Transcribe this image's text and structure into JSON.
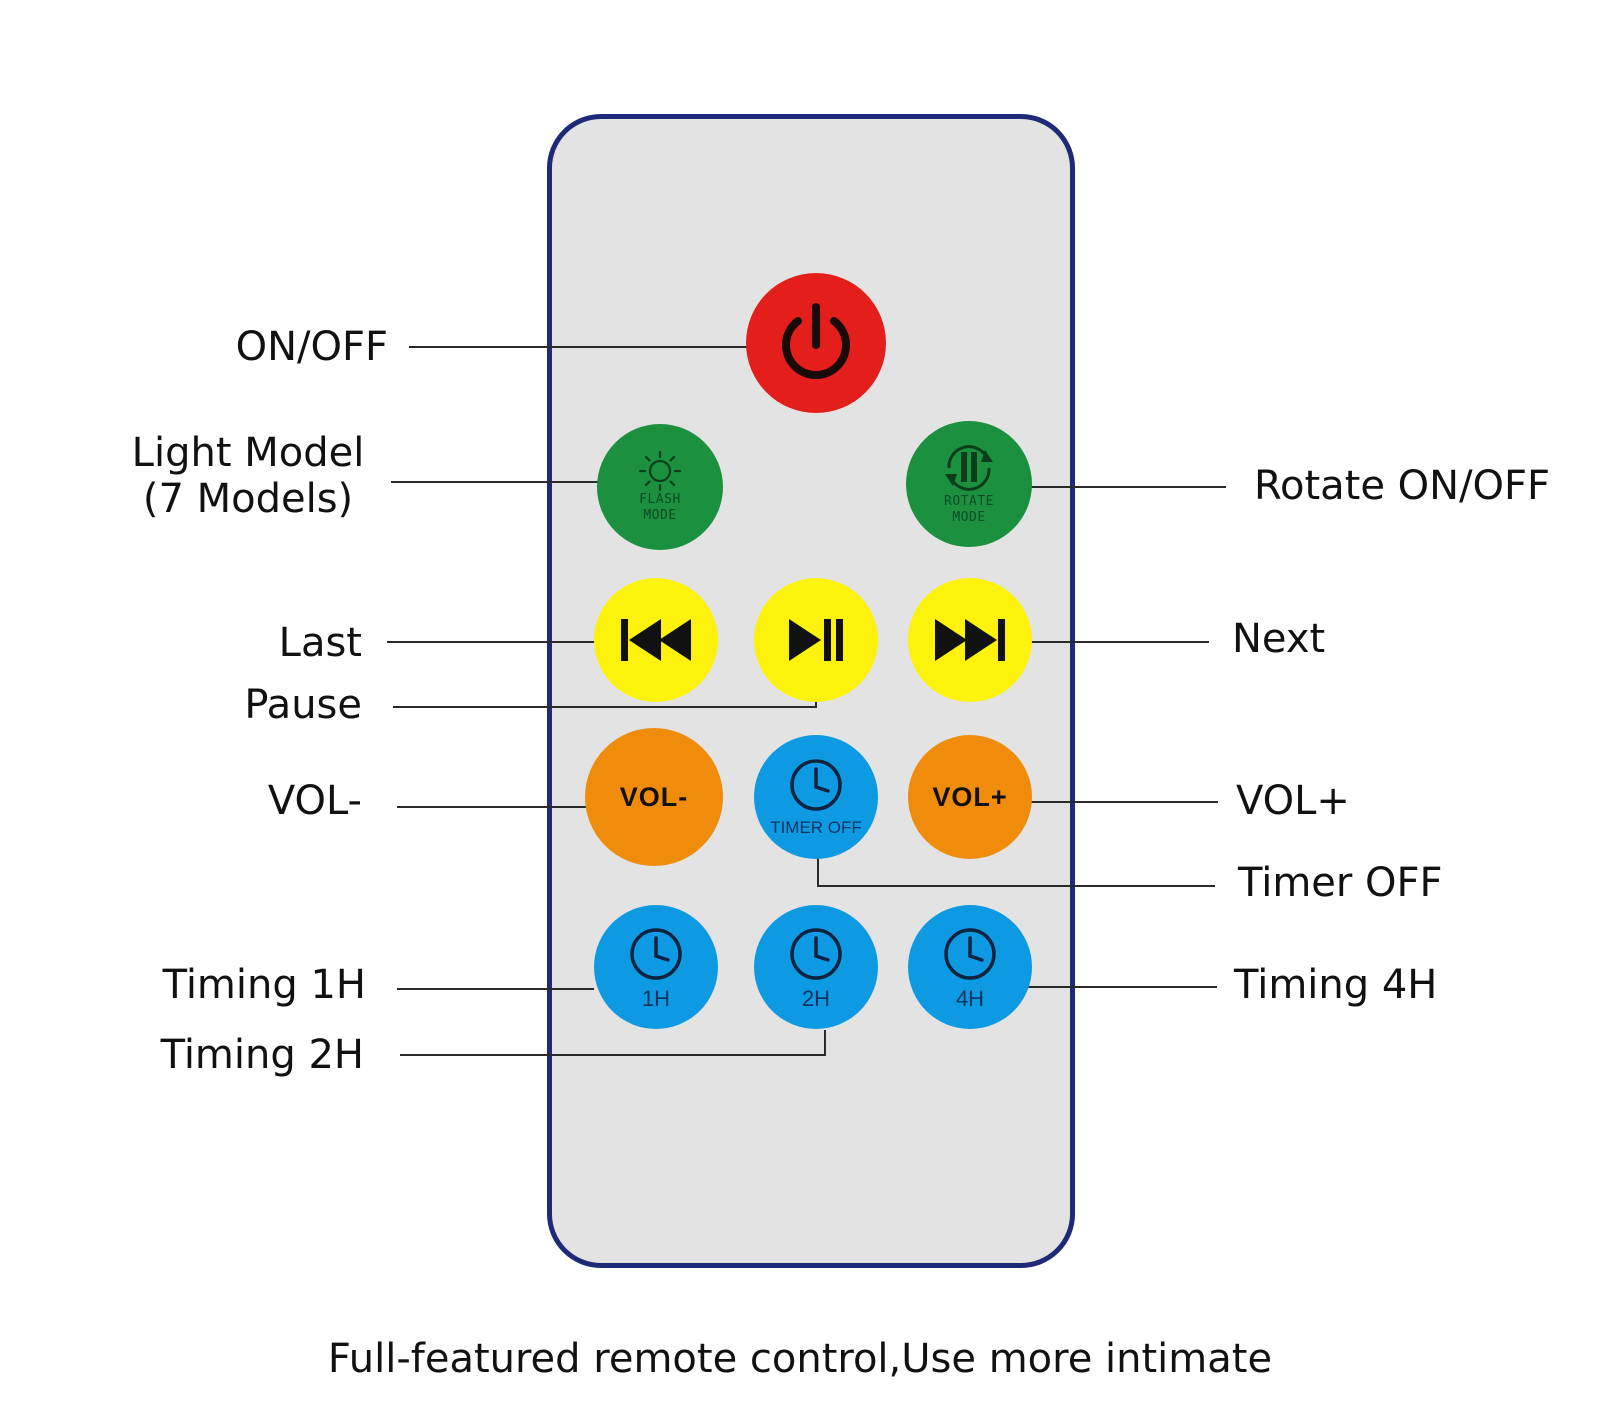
{
  "caption": "Full-featured remote control,Use more intimate",
  "colors": {
    "power": "#e41e1a",
    "mode": "#1b9140",
    "playback": "#fdf20c",
    "volume": "#f08c0c",
    "timer": "#0d9ae2",
    "body": "#e3e3e3",
    "outline": "#1d2a78"
  },
  "buttons": {
    "power": {
      "icon": "power-icon"
    },
    "flash_mode": {
      "icon": "sun-icon",
      "line1": "FLASH",
      "line2": "MODE"
    },
    "rotate_mode": {
      "icon": "rotate-pause-icon",
      "line1": "ROTATE",
      "line2": "MODE"
    },
    "last": {
      "icon": "skip-back-icon"
    },
    "play_pause": {
      "icon": "play-pause-icon"
    },
    "next": {
      "icon": "skip-forward-icon"
    },
    "vol_minus": {
      "text": "VOL-"
    },
    "timer_off": {
      "icon": "clock-icon",
      "text": "TIMER OFF"
    },
    "vol_plus": {
      "text": "VOL+"
    },
    "timing_1h": {
      "icon": "clock-icon",
      "text": "1H"
    },
    "timing_2h": {
      "icon": "clock-icon",
      "text": "2H"
    },
    "timing_4h": {
      "icon": "clock-icon",
      "text": "4H"
    }
  },
  "labels": {
    "on_off": "ON/OFF",
    "light_model_line1": "Light Model",
    "light_model_line2": "(7 Models)",
    "rotate_on_off": "Rotate ON/OFF",
    "last": "Last",
    "next": "Next",
    "pause": "Pause",
    "vol_minus": "VOL-",
    "vol_plus": "VOL+",
    "timer_off": "Timer OFF",
    "timing_1h": "Timing 1H",
    "timing_4h": "Timing 4H",
    "timing_2h": "Timing 2H"
  }
}
